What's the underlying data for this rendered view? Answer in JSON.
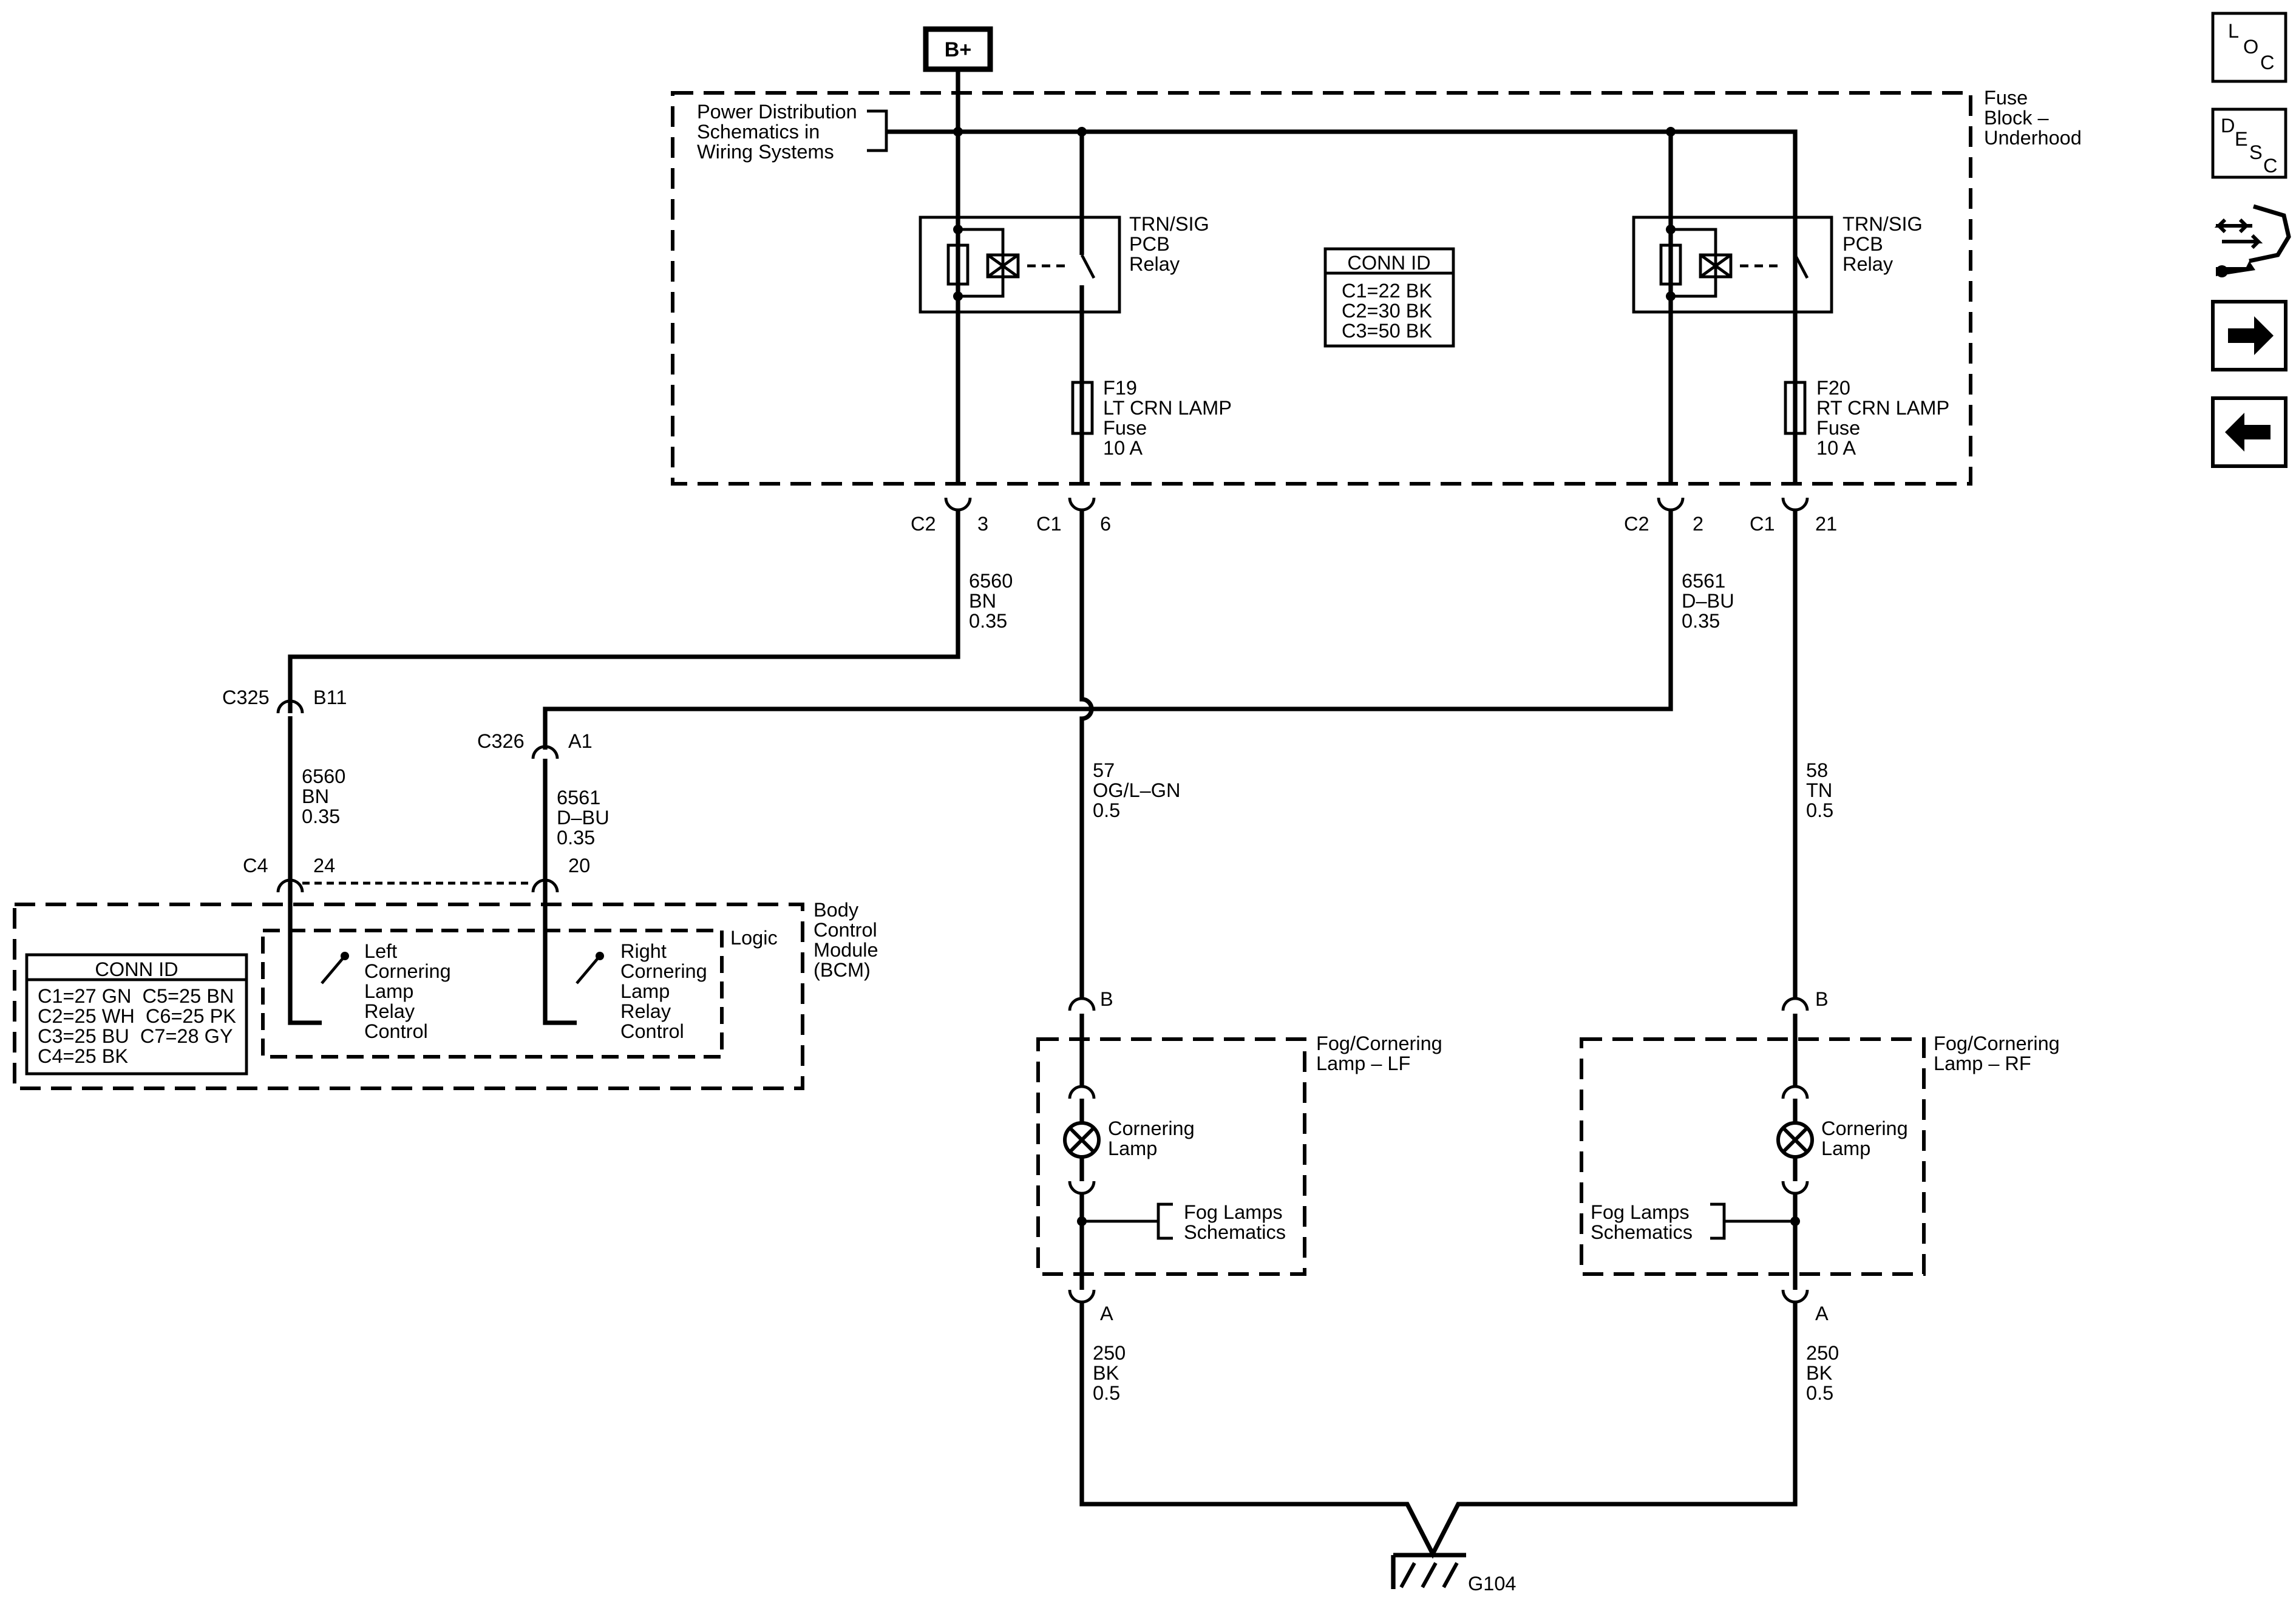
{
  "supply": {
    "label": "B+"
  },
  "fuse_block": {
    "name_lines": [
      "Fuse",
      "Block –",
      "Underhood"
    ],
    "power_ref_lines": [
      "Power Distribution",
      "Schematics in",
      "Wiring Systems"
    ],
    "relay_left": [
      "TRN/SIG",
      "PCB",
      "Relay"
    ],
    "relay_right": [
      "TRN/SIG",
      "PCB",
      "Relay"
    ],
    "conn_id": {
      "title": "CONN ID",
      "rows": [
        "C1=22 BK",
        "C2=30 BK",
        "C3=50 BK"
      ]
    },
    "fuse_left": [
      "F19",
      "LT CRN LAMP",
      "Fuse",
      "10 A"
    ],
    "fuse_right": [
      "F20",
      "RT CRN LAMP",
      "Fuse",
      "10 A"
    ]
  },
  "connectors": {
    "c2_3": {
      "conn": "C2",
      "pin": "3"
    },
    "c1_6": {
      "conn": "C1",
      "pin": "6"
    },
    "c2_2": {
      "conn": "C2",
      "pin": "2"
    },
    "c1_21": {
      "conn": "C1",
      "pin": "21"
    },
    "c325": {
      "conn": "C325",
      "pin": "B11"
    },
    "c326": {
      "conn": "C326",
      "pin": "A1"
    },
    "c4_24": {
      "conn": "C4",
      "pin": "24"
    },
    "bcm_20": {
      "pin": "20"
    },
    "lf_b": {
      "pin": "B"
    },
    "rf_b": {
      "pin": "B"
    },
    "lf_a": {
      "pin": "A"
    },
    "rf_a": {
      "pin": "A"
    }
  },
  "wires": {
    "w6560_top": [
      "6560",
      "BN",
      "0.35"
    ],
    "w6561_top": [
      "6561",
      "D–BU",
      "0.35"
    ],
    "w6560_bcm": [
      "6560",
      "BN",
      "0.35"
    ],
    "w6561_bcm": [
      "6561",
      "D–BU",
      "0.35"
    ],
    "w57": [
      "57",
      "OG/L–GN",
      "0.5"
    ],
    "w58": [
      "58",
      "TN",
      "0.5"
    ],
    "w250_left": [
      "250",
      "BK",
      "0.5"
    ],
    "w250_right": [
      "250",
      "BK",
      "0.5"
    ]
  },
  "bcm": {
    "name_lines": [
      "Body",
      "Control",
      "Module",
      "(BCM)"
    ],
    "logic_label": "Logic",
    "left_control": [
      "Left",
      "Cornering",
      "Lamp",
      "Relay",
      "Control"
    ],
    "right_control": [
      "Right",
      "Cornering",
      "Lamp",
      "Relay",
      "Control"
    ],
    "conn_id": {
      "title": "CONN ID",
      "rows": [
        "C1=27 GN  C5=25 BN",
        "C2=25 WH  C6=25 PK",
        "C3=25 BU  C7=28 GY",
        "C4=25 BK"
      ]
    }
  },
  "lamps": {
    "lf": {
      "name_lines": [
        "Fog/Cornering",
        "Lamp – LF"
      ],
      "lamp_lines": [
        "Cornering",
        "Lamp"
      ],
      "ref_lines": [
        "Fog Lamps",
        "Schematics"
      ]
    },
    "rf": {
      "name_lines": [
        "Fog/Cornering",
        "Lamp – RF"
      ],
      "lamp_lines": [
        "Cornering",
        "Lamp"
      ],
      "ref_lines": [
        "Fog Lamps",
        "Schematics"
      ]
    }
  },
  "ground": {
    "label": "G104"
  },
  "nav": {
    "loc": {
      "letters": [
        "L",
        "O",
        "C"
      ]
    },
    "desc": {
      "letters": [
        "D",
        "E",
        "S",
        "C"
      ]
    },
    "icons": [
      "connector-end-view-icon",
      "next-arrow-icon",
      "previous-arrow-icon"
    ]
  }
}
